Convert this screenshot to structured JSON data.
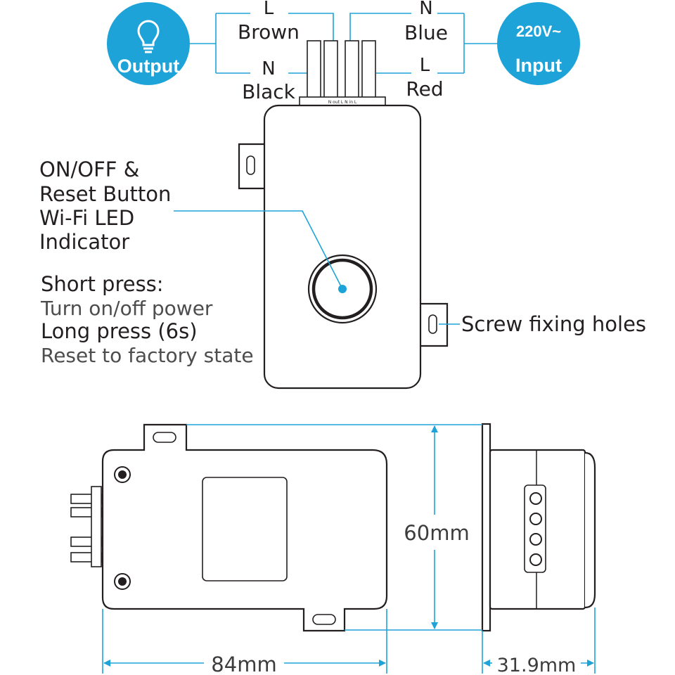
{
  "colors": {
    "accent": "#1ea3d8",
    "outline": "#231f20",
    "text": "#231f20",
    "muted_text": "#4d4d4f"
  },
  "icons": {
    "output": "lightbulb-icon"
  },
  "badges": {
    "output": {
      "label": "Output"
    },
    "input": {
      "voltage": "220V~",
      "label": "Input"
    }
  },
  "wires": {
    "output_l": {
      "letter": "L",
      "color": "Brown"
    },
    "output_n": {
      "letter": "N",
      "color": "Black"
    },
    "input_n": {
      "letter": "N",
      "color": "Blue"
    },
    "input_l": {
      "letter": "L",
      "color": "Red"
    },
    "terminal_marks": "N out L   N in L"
  },
  "button_callout": {
    "lines": [
      "ON/OFF &",
      "Reset Button",
      "Wi-Fi LED",
      "Indicator"
    ]
  },
  "press_info": {
    "short_title": "Short press:",
    "short_desc": "Turn on/off power",
    "long_title": "Long press (6s)",
    "long_desc": "Reset to factory state"
  },
  "screw_label": "Screw fixing holes",
  "dimensions": {
    "height": "60mm",
    "length": "84mm",
    "depth": "31.9mm"
  }
}
